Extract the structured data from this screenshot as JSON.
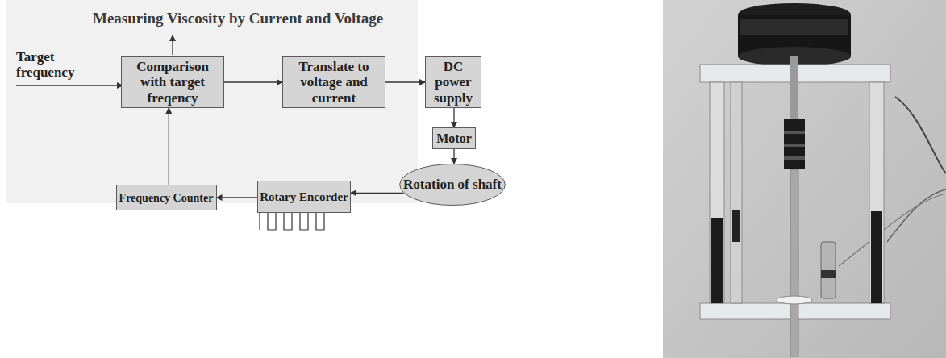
{
  "diagram": {
    "title": "Measuring Viscosity by Current and Voltage",
    "nodes": [
      {
        "text": [
          "Comparison with target freqency"
        ]
      },
      {
        "text": [
          "Translate to voltage and current"
        ]
      },
      {
        "text": [
          "DC power supply"
        ]
      },
      {
        "text": [
          "Motor"
        ]
      },
      {
        "text": [
          "Rotation of shaft"
        ]
      },
      {
        "text": [
          "Rotary Encorder"
        ]
      },
      {
        "text": [
          "Frequency Counter"
        ]
      }
    ],
    "edges": [
      {
        "from": 0,
        "to": 1,
        "arrow": "to"
      },
      {
        "from": 1,
        "to": 2,
        "arrow": "to"
      },
      {
        "from": 2,
        "to": 3,
        "arrow": "to"
      },
      {
        "from": 3,
        "to": 4,
        "arrow": "to"
      },
      {
        "from": 4,
        "to": 5,
        "arrow": "to"
      },
      {
        "from": 5,
        "to": 6,
        "arrow": "to"
      },
      {
        "from": 6,
        "to": 0,
        "arrow": "to"
      }
    ],
    "labels": [
      "Target frequency"
    ]
  }
}
